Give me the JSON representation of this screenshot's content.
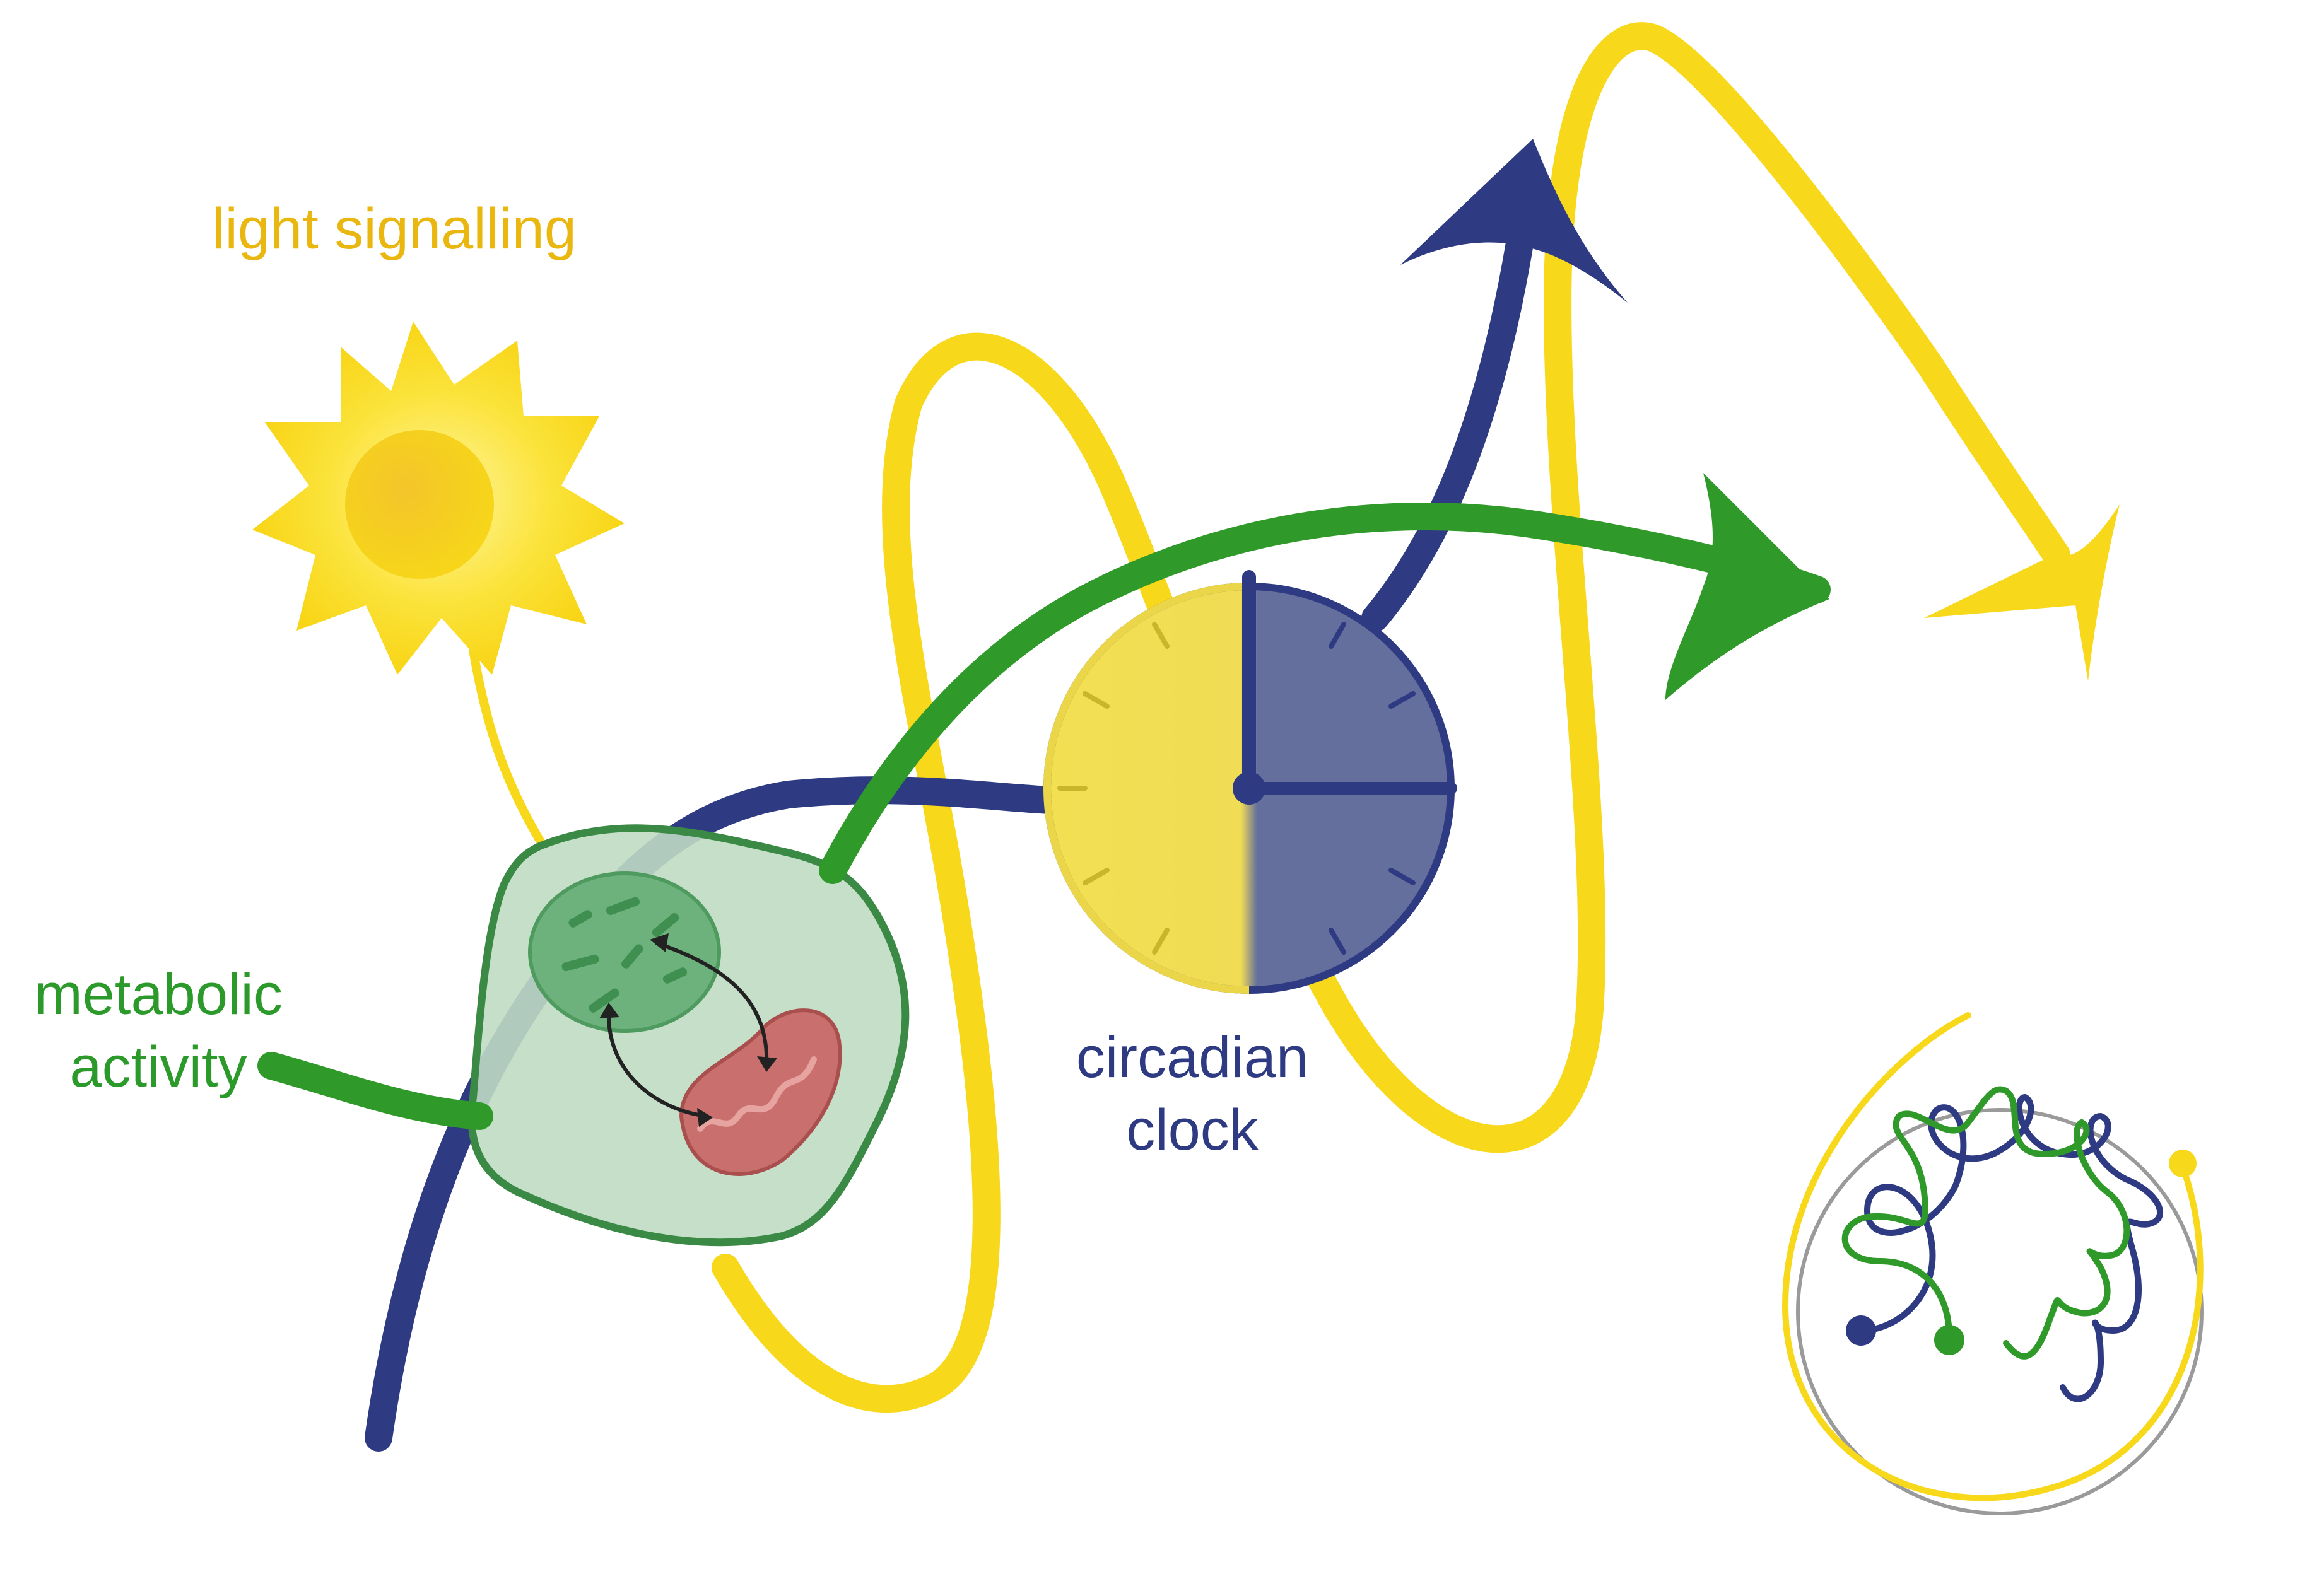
{
  "labels": {
    "light_signalling": "light signalling",
    "metabolic_line1": "metabolic",
    "metabolic_line2": "activity",
    "circadian_line1": "circadian",
    "circadian_line2": "clock"
  },
  "colors": {
    "yellow": "#f7d81a",
    "yellow_label": "#e9b70f",
    "blue": "#2e3a82",
    "blue_clock_half": "#646f9e",
    "green": "#2f9a2a",
    "green_label": "#2c9a2a",
    "cell_fill": "#bfdcc3",
    "cell_border": "#3a8a45",
    "chloroplast": "#6db27c",
    "mitochondrion": "#c96f6d",
    "inset_ring": "#9a9a9a",
    "arrow_dark": "#222222"
  },
  "icons": {
    "sun": "sun-icon",
    "clock": "clock-icon",
    "cell": "plant-cell-icon",
    "chloroplast": "chloroplast-icon",
    "mitochondrion": "mitochondrion-icon",
    "inset": "interwoven-rhythms-inset-icon"
  }
}
